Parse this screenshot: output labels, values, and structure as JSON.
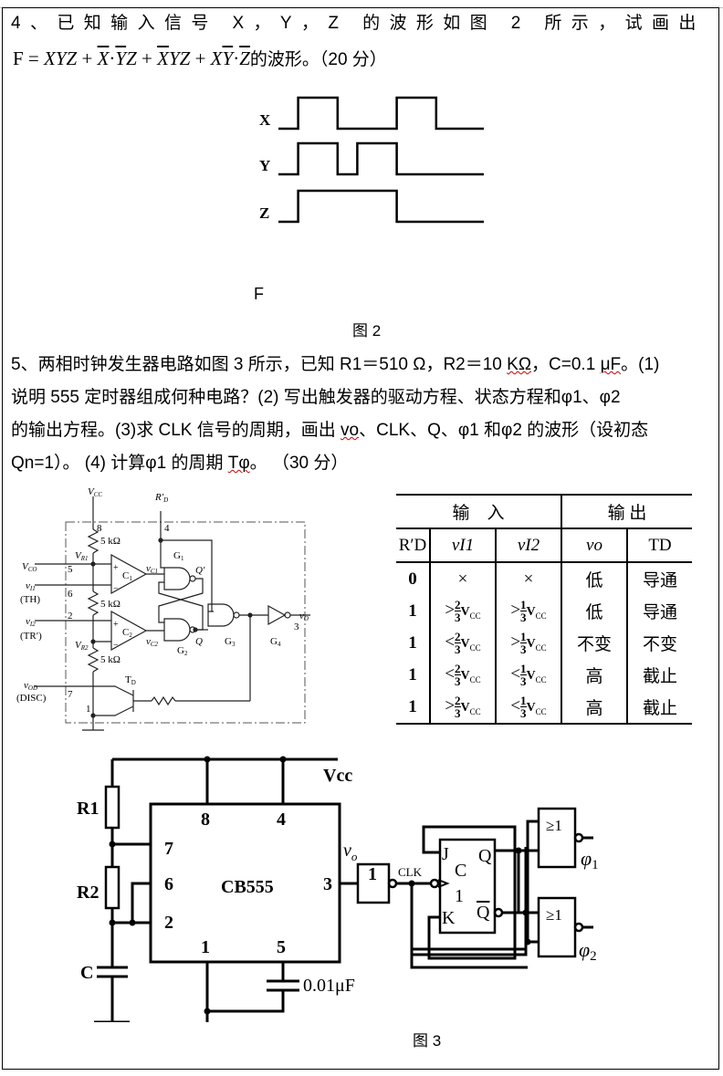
{
  "question4": {
    "line1": "4、已知输入信号 X，Y，Z 的波形如图 2 所示，试画出",
    "formula": {
      "lhs": "F = ",
      "terms": [
        {
          "parts": [
            {
              "t": "X",
              "bar": false
            },
            {
              "t": "Y",
              "bar": false
            },
            {
              "t": "Z",
              "bar": false
            }
          ]
        },
        {
          "parts": [
            {
              "t": "X",
              "bar": true
            },
            {
              "t": "·",
              "bar": false
            },
            {
              "t": "Y",
              "bar": true
            },
            {
              "t": "Z",
              "bar": false
            }
          ]
        },
        {
          "parts": [
            {
              "t": "X",
              "bar": true
            },
            {
              "t": "Y",
              "bar": false
            },
            {
              "t": "Z",
              "bar": false
            }
          ]
        },
        {
          "parts": [
            {
              "t": "X",
              "bar": false
            },
            {
              "t": "Y",
              "bar": true
            },
            {
              "t": "·",
              "bar": false
            },
            {
              "t": "Z",
              "bar": true
            }
          ]
        }
      ],
      "plus": " + "
    },
    "suffix": "的波形。（20 分）",
    "waveform": {
      "signals": [
        {
          "name": "X",
          "levels": [
            0,
            1,
            1,
            0,
            0,
            0,
            1,
            1,
            0,
            0,
            0
          ]
        },
        {
          "name": "Y",
          "levels": [
            0,
            1,
            1,
            0,
            1,
            1,
            0,
            0,
            0,
            0,
            0
          ]
        },
        {
          "name": "Z",
          "levels": [
            0,
            1,
            1,
            1,
            1,
            1,
            0,
            0,
            0,
            0,
            0
          ]
        }
      ],
      "output_label": "F"
    },
    "caption": "图 2"
  },
  "question5": {
    "lines": [
      [
        "5、两相时钟发生器电路如图 3 所示，已知 R1＝510 Ω，R2＝10 ",
        {
          "sq": "KΩ"
        },
        "，C=0.1 ",
        {
          "sq": "μF"
        },
        "。(1)"
      ],
      [
        "说明 555 定时器组成何种电路？(2)  写出触发器的驱动方程、状态方程和φ1、φ2"
      ],
      [
        "的输出方程。(3)求 CLK 信号的周期，画出 ",
        {
          "sq": "vo"
        },
        "、CLK、Q、φ1 和φ2 的波形（设初态"
      ],
      [
        "Qn=1）。  (4)  计算φ1 的周期 ",
        {
          "sq": "Tφ"
        },
        "。  （30 分）"
      ]
    ],
    "caption": "图 3"
  },
  "circuit555": {
    "vcc": "V",
    "vcc_sub": "CC",
    "rd": "R′",
    "rd_sub": "D",
    "pins": {
      "p8": "8",
      "p4": "4",
      "p5": "5",
      "p6": "6",
      "p2": "2",
      "p7": "7",
      "p1": "1",
      "p3": "3"
    },
    "resistor": "5 kΩ",
    "labels": {
      "vr1": "V",
      "vr1_sub": "R1",
      "vr2": "V",
      "vr2_sub": "R2",
      "vco": "V",
      "vco_sub": "CO",
      "vi1": "v",
      "vi1_sub": "I1",
      "th": "(TH)",
      "vi2": "v",
      "vi2_sub": "I2",
      "tr": "(TR′)",
      "vod": "v",
      "vod_sub": "OD",
      "disc": "(DISC)",
      "td": "T",
      "td_sub": "D",
      "vo": "v",
      "vo_sub": "O",
      "vc1": "v",
      "vc1_sub": "C1",
      "vc2": "v",
      "vc2_sub": "C2",
      "qp": "Q′",
      "q": "Q",
      "c1": "C",
      "c1_sub": "1",
      "c2": "C",
      "c2_sub": "2",
      "g1": "G",
      "g1_sub": "1",
      "g2": "G",
      "g2_sub": "2",
      "g3": "G",
      "g3_sub": "3",
      "g4": "G",
      "g4_sub": "4"
    }
  },
  "truth_table": {
    "group_headers": [
      "输　入",
      "输 出"
    ],
    "headers": [
      "R′D",
      "vI1",
      "vI2",
      "vo",
      "TD"
    ],
    "rows": [
      {
        "rd": "0",
        "vi1": {
          "cmp": "×"
        },
        "vi2": {
          "cmp": "×"
        },
        "vo": "低",
        "td": "导通"
      },
      {
        "rd": "1",
        "vi1": {
          "cmp": ">",
          "num": "2",
          "den": "3"
        },
        "vi2": {
          "cmp": ">",
          "num": "1",
          "den": "3"
        },
        "vo": "低",
        "td": "导通"
      },
      {
        "rd": "1",
        "vi1": {
          "cmp": "<",
          "num": "2",
          "den": "3"
        },
        "vi2": {
          "cmp": ">",
          "num": "1",
          "den": "3"
        },
        "vo": "不变",
        "td": "不变"
      },
      {
        "rd": "1",
        "vi1": {
          "cmp": "<",
          "num": "2",
          "den": "3"
        },
        "vi2": {
          "cmp": "<",
          "num": "1",
          "den": "3"
        },
        "vo": "高",
        "td": "截止"
      },
      {
        "rd": "1",
        "vi1": {
          "cmp": ">",
          "num": "2",
          "den": "3"
        },
        "vi2": {
          "cmp": "<",
          "num": "1",
          "den": "3"
        },
        "vo": "高",
        "td": "截止"
      }
    ],
    "vcc": "V",
    "vcc_sub": "CC"
  },
  "circuit3": {
    "vcc": "Vcc",
    "r1": "R1",
    "r2": "R2",
    "c": "C",
    "chip": "CB555",
    "pins": {
      "p8": "8",
      "p4": "4",
      "p7": "7",
      "p6": "6",
      "p2": "2",
      "p1": "1",
      "p5": "5",
      "p3": "3"
    },
    "cap": "0.01μF",
    "vo": "v",
    "vo_sub": "o",
    "inv": "1",
    "clk": "CLK",
    "ff": {
      "j": "J",
      "c": "C",
      "one": "1",
      "k": "K",
      "q": "Q",
      "qb": "Q"
    },
    "nor": "≥1",
    "phi1": "φ",
    "phi1_sub": "1",
    "phi2": "φ",
    "phi2_sub": "2"
  }
}
